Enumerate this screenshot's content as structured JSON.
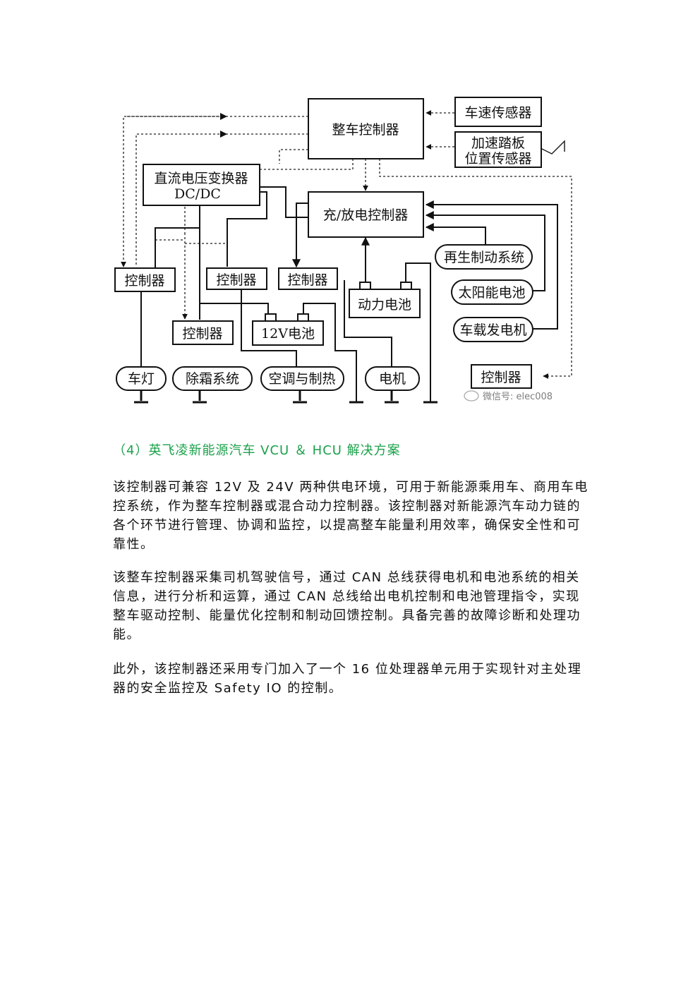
{
  "diagram": {
    "vcu": "整车控制器",
    "speed_sensor": "车速传感器",
    "pedal_sensor_line1": "加速踏板",
    "pedal_sensor_line2": "位置传感器",
    "dcdc_line1": "直流电压变换器",
    "dcdc_line2": "DC/DC",
    "charge_controller": "充/放电控制器",
    "regen_brake": "再生制动系统",
    "solar": "太阳能电池",
    "generator": "车载发电机",
    "power_battery": "动力电池",
    "battery_12v": "12V电池",
    "controller": "控制器",
    "lights": "车灯",
    "defrost": "除霜系统",
    "ac_heat": "空调与制热",
    "motor": "电机",
    "watermark": "微信号: elec008"
  },
  "section_title": "（4）英飞凌新能源汽车 VCU ＆ HCU 解决方案",
  "paragraphs": [
    "该控制器可兼容 12V 及 24V 两种供电环境，可用于新能源乘用车、商用车电控系统，作为整车控制器或混合动力控制器。该控制器对新能源汽车动力链的各个环节进行管理、协调和监控，以提高整车能量利用效率，确保安全性和可靠性。",
    "该整车控制器采集司机驾驶信号，通过 CAN 总线获得电机和电池系统的相关信息，进行分析和运算，通过 CAN 总线给出电机控制和电池管理指令，实现整车驱动控制、能量优化控制和制动回馈控制。具备完善的故障诊断和处理功能。",
    "此外，该控制器还采用专门加入了一个 16 位处理器单元用于实现针对主处理器的安全监控及 Safety IO 的控制。"
  ],
  "colors": {
    "section_title": "#1aa14a",
    "text": "#111111"
  }
}
